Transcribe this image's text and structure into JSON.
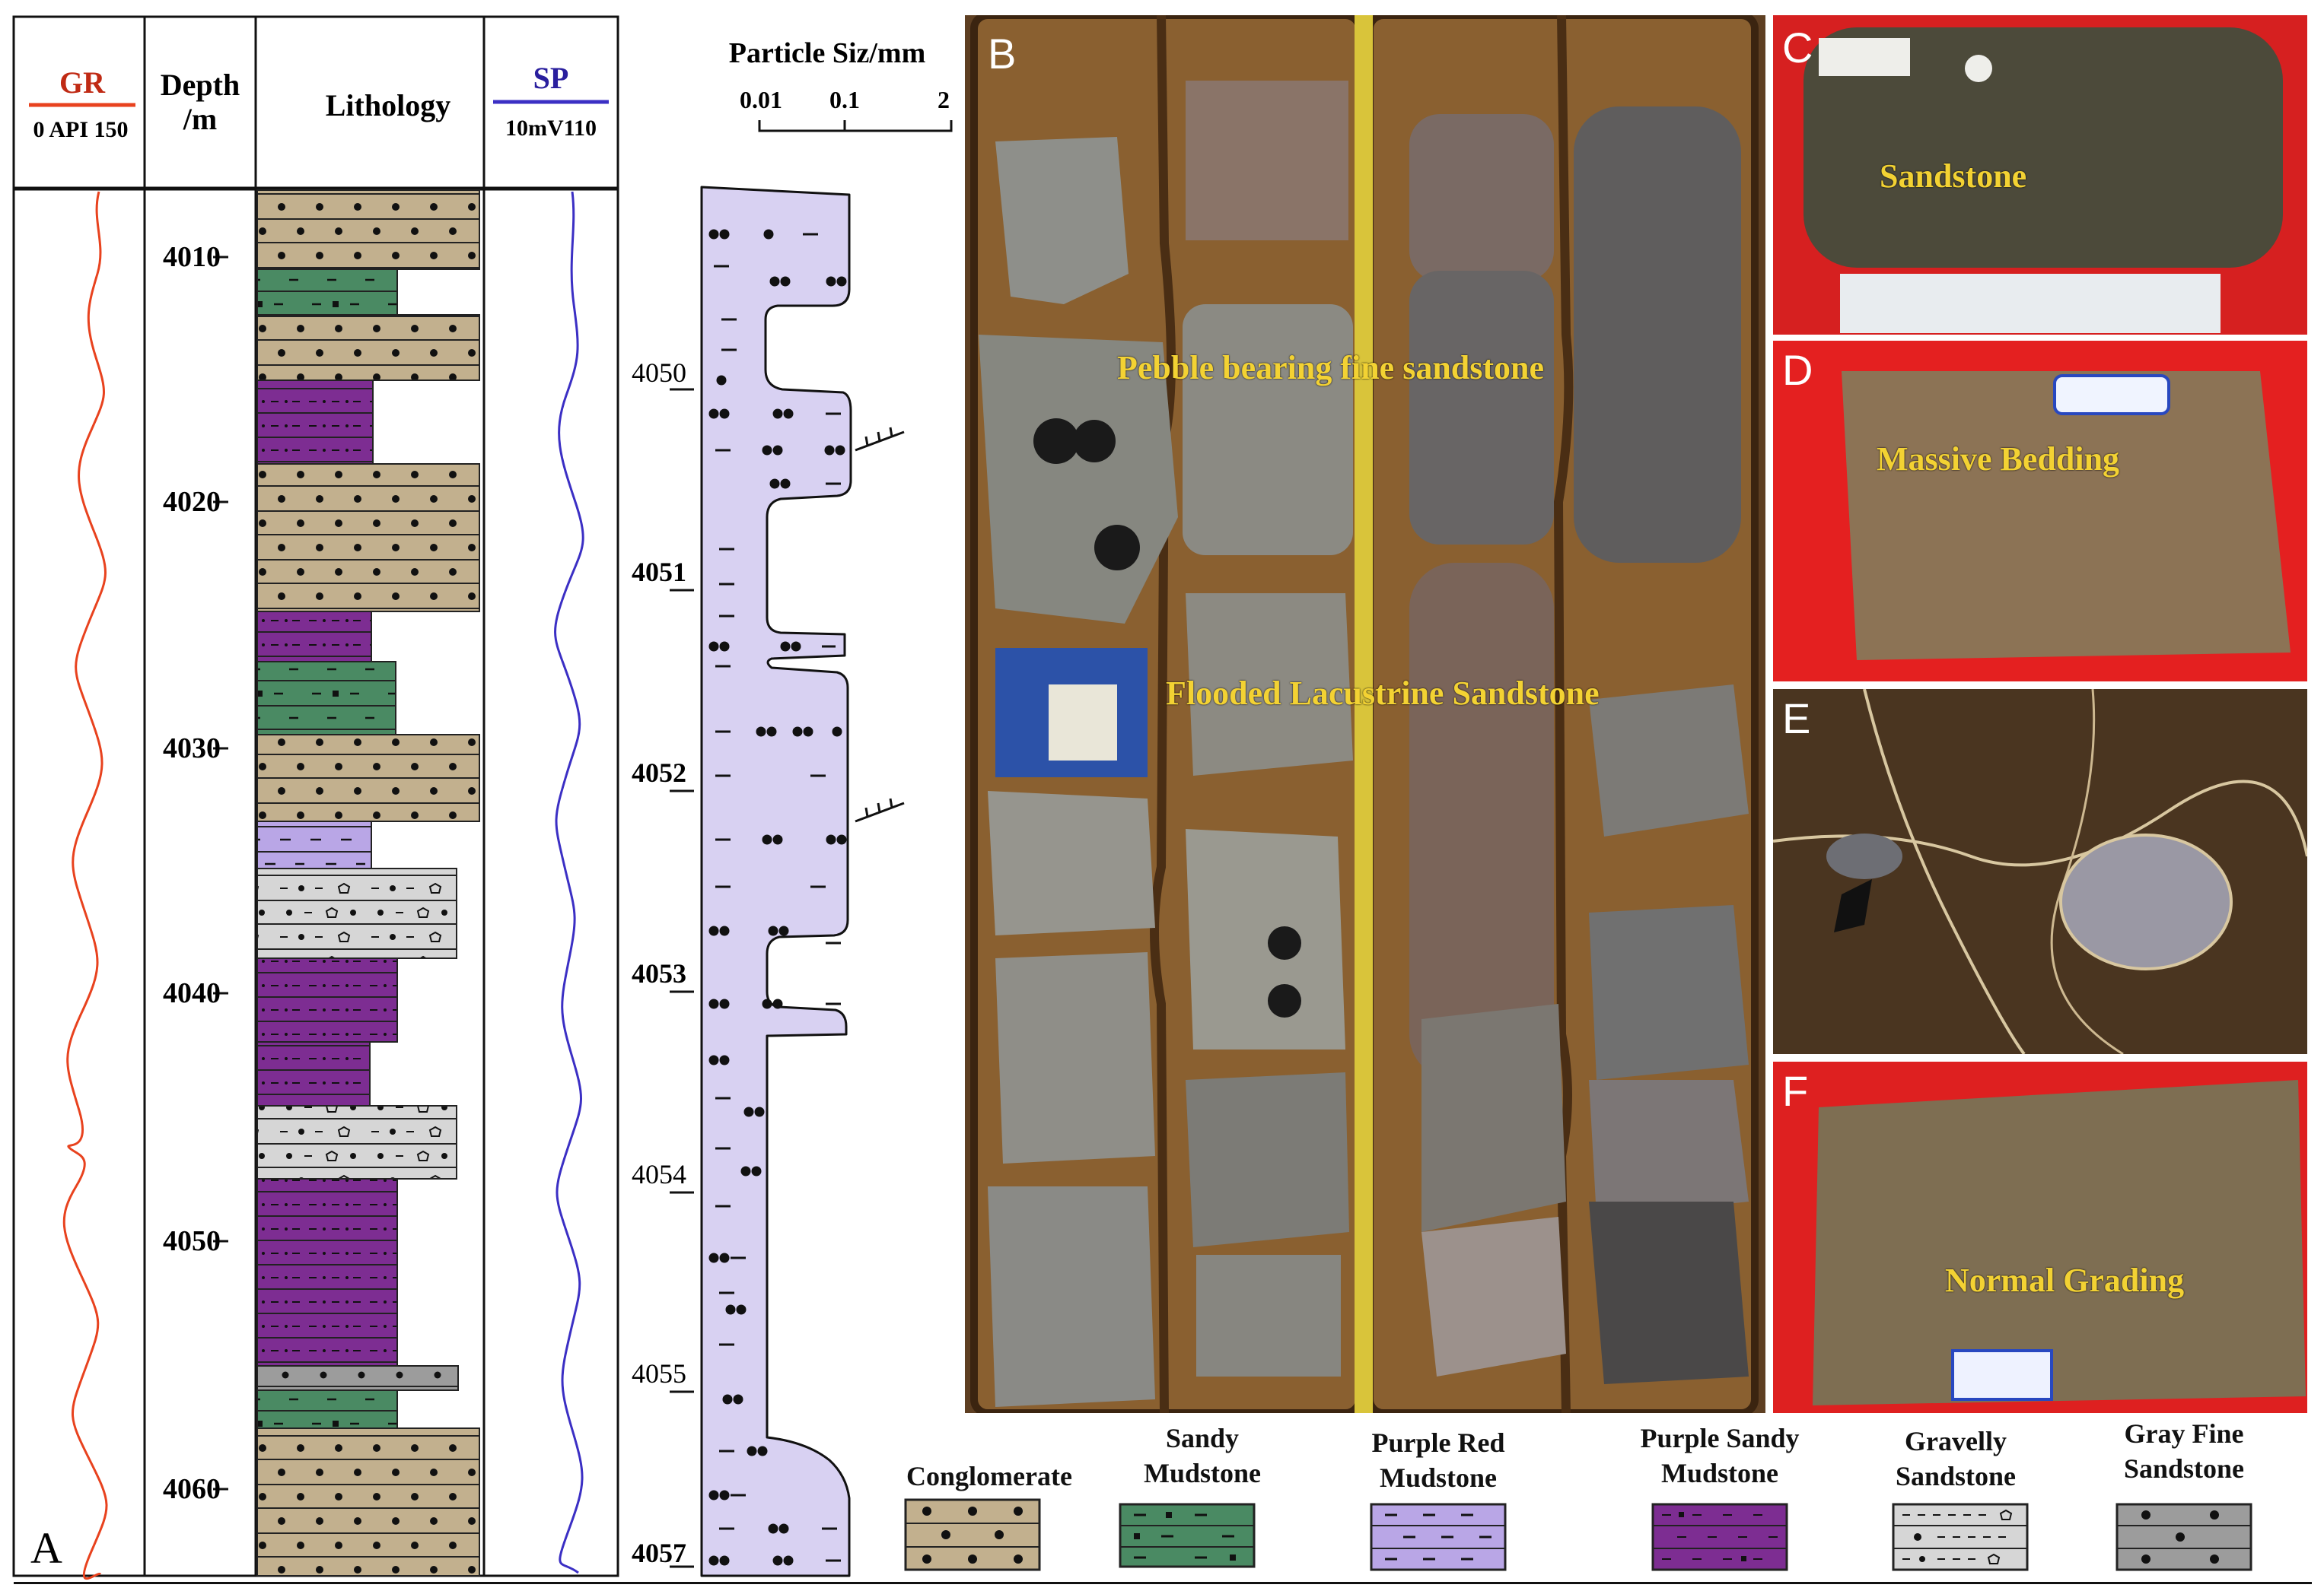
{
  "panelA": {
    "letter": "A",
    "headers": {
      "gr_title": "GR",
      "gr_scale": "0 API 150",
      "depth_title": "Depth",
      "depth_unit": "/m",
      "lithology_title": "Lithology",
      "sp_title": "SP",
      "sp_scale": "10mV110"
    },
    "depth_ticks": [
      "4010",
      "4020",
      "4030",
      "4040",
      "4050",
      "4060"
    ],
    "colors": {
      "gr_curve": "#e8421e",
      "sp_curve": "#3b2fc4"
    }
  },
  "grain_column": {
    "header": "Particle Siz/mm",
    "scale_ticks": [
      "0.01",
      "0.1",
      "2"
    ],
    "depth_ticks": [
      "4050",
      "4051",
      "4052",
      "4053",
      "4054",
      "4055",
      "4057"
    ],
    "fill_color": "#d8d1f2"
  },
  "photos": {
    "B": {
      "letter": "B",
      "labels": [
        "Pebble bearing fine sandstone",
        "Flooded Lacustrine Sandstone"
      ]
    },
    "C": {
      "letter": "C",
      "label": "Sandstone"
    },
    "D": {
      "letter": "D",
      "label": "Massive Bedding"
    },
    "E": {
      "letter": "E"
    },
    "F": {
      "letter": "F",
      "label": "Normal Grading"
    }
  },
  "legend": [
    {
      "label_line1": "Conglomerate",
      "label_line2": "",
      "color": "#c2b08e",
      "pattern": "dots"
    },
    {
      "label_line1": "Sandy",
      "label_line2": "Mudstone",
      "color": "#4a8a63",
      "pattern": "dash-dot"
    },
    {
      "label_line1": "Purple Red",
      "label_line2": "Mudstone",
      "color": "#b9a6e6",
      "pattern": "dash"
    },
    {
      "label_line1": "Purple Sandy",
      "label_line2": "Mudstone",
      "color": "#7d2d92",
      "pattern": "dash-dot"
    },
    {
      "label_line1": "Gravelly",
      "label_line2": "Sandstone",
      "color": "#d6d6d6",
      "pattern": "gravel"
    },
    {
      "label_line1": "Gray Fine",
      "label_line2": "Sandstone",
      "color": "#9c9c9c",
      "pattern": "dots"
    }
  ]
}
